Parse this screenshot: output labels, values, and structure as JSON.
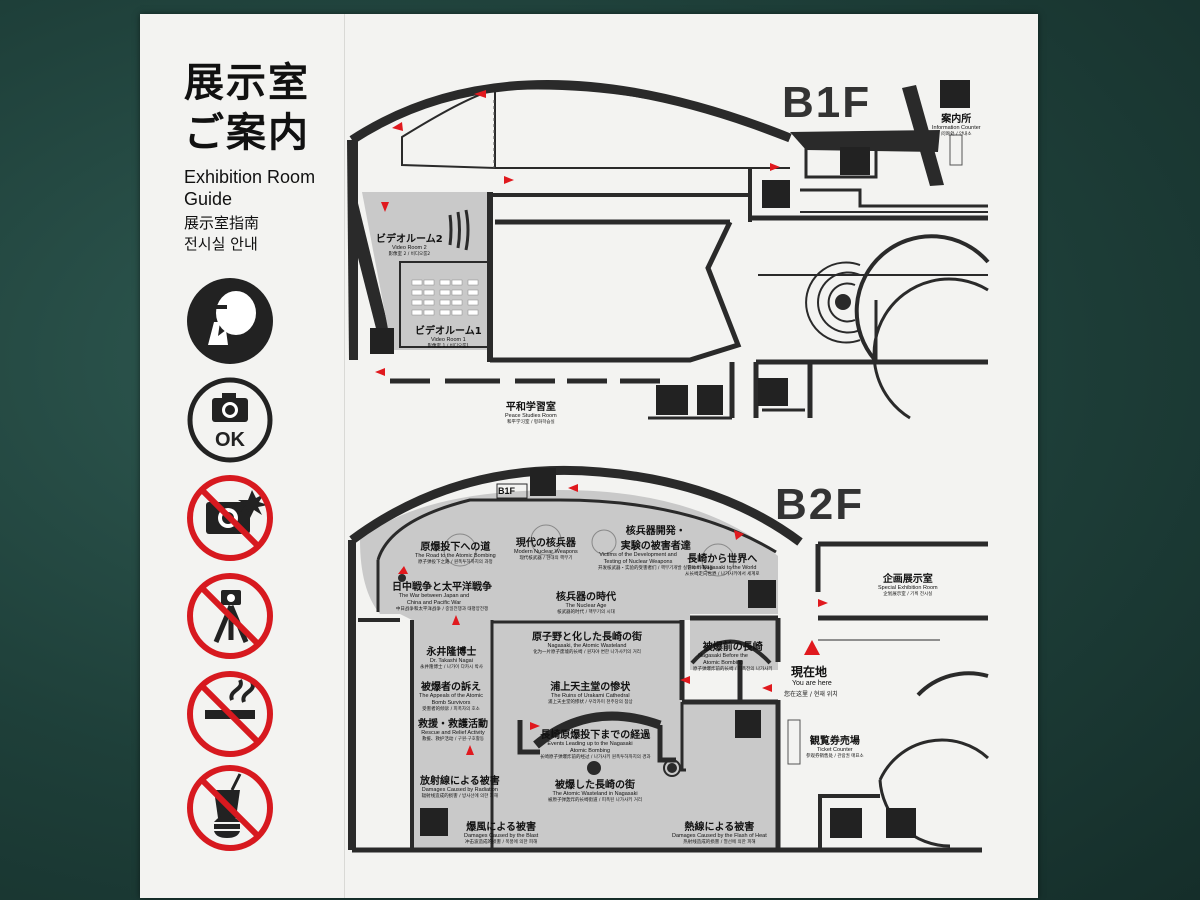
{
  "guide": {
    "title_ja_1": "展示室",
    "title_ja_2": "ご案内",
    "title_en_1": "Exhibition Room",
    "title_en_2": "Guide",
    "title_zh": "展示室指南",
    "title_ko": "전시실 안내",
    "ok_text": "OK"
  },
  "floors": {
    "b1f_label": "B1F",
    "b2f_label": "B2F",
    "b1f_small": "B1F"
  },
  "b1f_rooms": [
    {
      "ja": "ビデオルーム2",
      "en": "Video Room 2",
      "ck": "影像室 2 / 비디오룸2"
    },
    {
      "ja": "ビデオルーム1",
      "en": "Video Room 1",
      "ck": "影像室 1 / 비디오룸1"
    },
    {
      "ja": "平和学習室",
      "en": "Peace Studies Room",
      "ck": "和平学习室 / 평화학습실"
    },
    {
      "ja": "案内所",
      "en": "Information Counter",
      "ck": "问询处 / 안내소"
    }
  ],
  "b2f_rooms": [
    {
      "ja": "原爆投下への道",
      "en": "The Road to the Atomic Bombing",
      "ck": "原子弹投下之路 / 원폭투하까지의 과정"
    },
    {
      "ja": "現代の核兵器",
      "en": "Modern Nuclear Weapons",
      "ck": "现代核武器 / 현대의 핵무기"
    },
    {
      "ja": "核兵器開発・",
      "ja2": "実験の被害者達",
      "en": "Victims of the Development and Testing of Nuclear Weapons",
      "ck": "开发核武器・实验的受害者们 / 핵무기개발 실험의 피해자들"
    },
    {
      "ja": "長崎から世界へ",
      "en": "From Nagasaki to the World",
      "ck": "从长崎走向世界 / 나가사키에서 세계로"
    },
    {
      "ja": "日中戦争と太平洋戦争",
      "en": "The War between Japan and China and Pacific War",
      "ck": "中日战争和太平洋战争 / 중일전쟁과 태평양전쟁"
    },
    {
      "ja": "核兵器の時代",
      "en": "The Nuclear Age",
      "ck": "核武器的时代 / 핵무기의 시대"
    },
    {
      "ja": "企画展示室",
      "en": "Special Exhibition Room",
      "ck": "企划展示室 / 기획 전시실"
    },
    {
      "ja": "永井隆博士",
      "en": "Dr. Takashi Nagai",
      "ck": "永井隆博士 / 나가이 다카시 박사"
    },
    {
      "ja": "原子野と化した長崎の街",
      "en": "Nagasaki, the Atomic Wasteland",
      "ck": "化为一片原子废墟的长崎 / 원자야 변한 나가사키의 거리"
    },
    {
      "ja": "被爆前の長崎",
      "en": "Nagasaki Before the Atomic Bombing",
      "ck": "原子弹爆炸前的长崎 / 피폭전의 나가사키"
    },
    {
      "ja": "被爆者の訴え",
      "en": "The Appeals of the Atomic Bomb Survivors",
      "ck": "受害者的倾诉 / 피폭자의 호소"
    },
    {
      "ja": "浦上天主堂の惨状",
      "en": "The Ruins of Urakami Cathedral",
      "ck": "浦上天主堂的惨状 / 우라카미 천주당의 참상"
    },
    {
      "ja": "救援・救護活動",
      "en": "Rescue and Relief Activity",
      "ck": "救援、救护活动 / 구원·구호활동"
    },
    {
      "ja": "長崎原爆投下までの経過",
      "en": "Events Leading up to the Nagasaki Atomic Bombing",
      "ck": "长崎原子弹爆炸前的经过 / 나가사키 원폭투하까지의 경과"
    },
    {
      "ja": "放射線による被害",
      "en": "Damages Caused by Radiation",
      "ck": "辐射线造成的损害 / 방사선에 의한 피해"
    },
    {
      "ja": "被爆した長崎の街",
      "en": "The Atomic Wasteland in Nagasaki",
      "ck": "被原子弹轰炸的长崎街道 / 피폭된 나가사키 거리"
    },
    {
      "ja": "爆風による被害",
      "en": "Damages Caused by the Blast",
      "ck": "冲击波造成的损害 / 폭풍에 의한 피해"
    },
    {
      "ja": "熱線による被害",
      "en": "Damages Caused by the Flash of Heat",
      "ck": "热射线造成的损害 / 열선에 의한 피해"
    },
    {
      "ja": "観覧券売場",
      "en": "Ticket Counter",
      "ck": "参观券销售处 / 관람권 매표소"
    }
  ],
  "you_are_here": {
    "ja": "現在地",
    "en": "You are here",
    "ck": "您在这里 / 현재 위치"
  },
  "colors": {
    "board": "#f3f3f1",
    "wall": "#2a2a2a",
    "shade": "#c9c9c9",
    "arrow": "#e0191e",
    "prohibit": "#d7191f"
  }
}
